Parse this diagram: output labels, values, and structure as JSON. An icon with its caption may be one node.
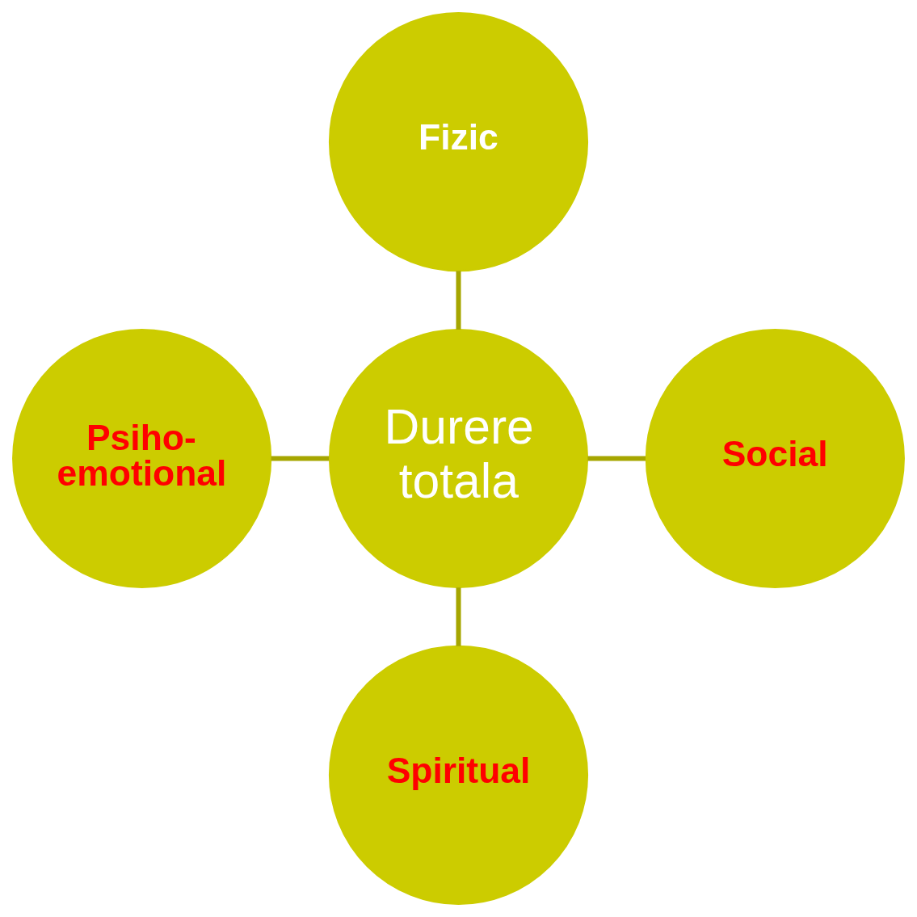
{
  "diagram": {
    "nodes": [
      {
        "text": [
          "Fizic"
        ]
      },
      {
        "text": [
          "Psiho- emotional"
        ]
      },
      {
        "text": [
          "Durere totala"
        ]
      },
      {
        "text": [
          "Social"
        ]
      },
      {
        "text": [
          "Spiritual"
        ]
      }
    ],
    "edges": [
      {
        "from": 0,
        "to": 2,
        "arrow": "none"
      },
      {
        "from": 1,
        "to": 2,
        "arrow": "none"
      },
      {
        "from": 2,
        "to": 3,
        "arrow": "none"
      },
      {
        "from": 2,
        "to": 4,
        "arrow": "none"
      }
    ]
  }
}
